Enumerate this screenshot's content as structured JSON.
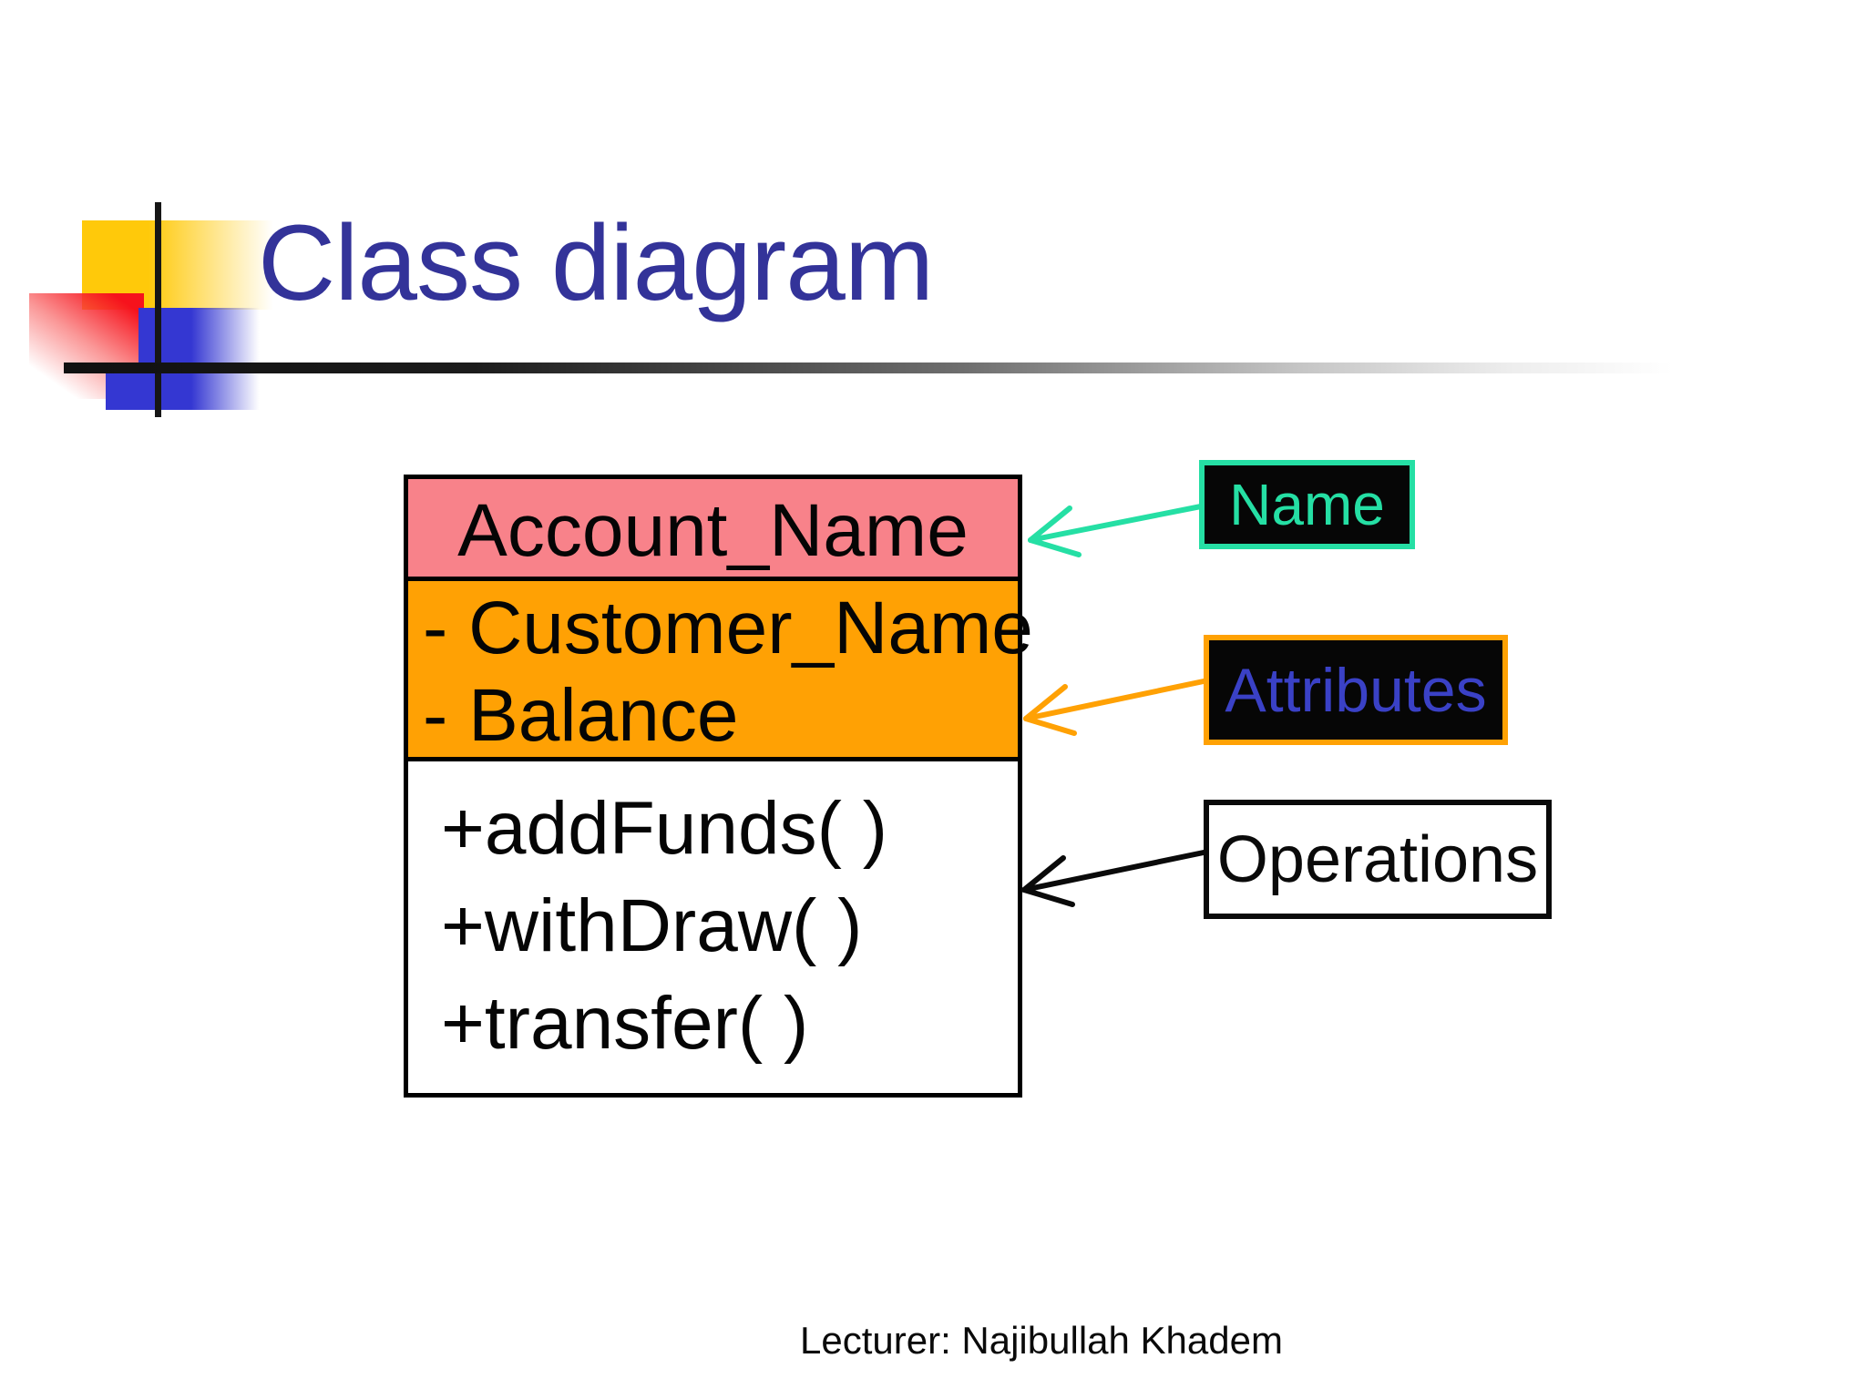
{
  "slide": {
    "title": "Class diagram",
    "footer": "Lecturer: Najibullah Khadem"
  },
  "uml_class": {
    "name": "Account_Name",
    "attributes": [
      "- Customer_Name",
      "- Balance"
    ],
    "operations": [
      "+addFunds( )",
      "+withDraw( )",
      "+transfer( )"
    ]
  },
  "callouts": {
    "name": {
      "label": "Name",
      "border_color": "#25dfa4",
      "text_color": "#25dfa4",
      "bg_color": "#060606"
    },
    "attributes": {
      "label": "Attributes",
      "border_color": "#ffa104",
      "text_color": "#3a41c6",
      "bg_color": "#060606"
    },
    "operations": {
      "label": "Operations",
      "border_color": "#0a0a0a",
      "text_color": "#0a0a0a",
      "bg_color": "#ffffff"
    }
  },
  "colors": {
    "title_text": "#333399",
    "class_name_bg": "#f8828a",
    "attributes_bg": "#ffa104",
    "operations_bg": "#ffffff",
    "box_border": "#000000",
    "arrow_name": "#25dfa4",
    "arrow_attributes": "#ffa104",
    "arrow_operations": "#0a0a0a",
    "accent_yellow": "#ffc90a",
    "accent_red": "#f6121c",
    "accent_blue": "#3437d2"
  }
}
